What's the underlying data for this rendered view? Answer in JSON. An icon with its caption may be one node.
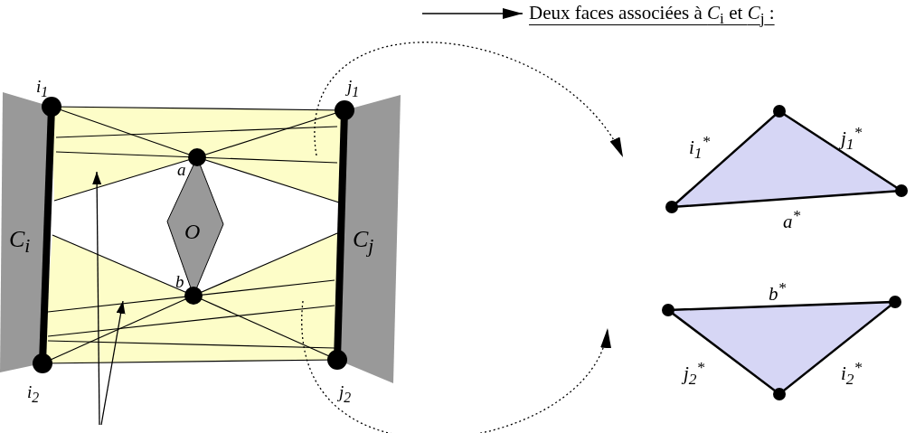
{
  "diagram": {
    "nodes": [
      {
        "text": [
          "C$_{i}$"
        ]
      },
      {
        "text": [
          "C$_{j}$"
        ]
      },
      {
        "text": [
          "O"
        ]
      },
      {
        "text": [],
        "shape": "polygon"
      },
      {
        "text": [],
        "shape": "polygon"
      },
      {
        "text": [],
        "shape": "triangle",
        "beside": [
          "i$_{1}$$^{*}$",
          "j$_{1}$$^{*}$",
          "a$^{*}$"
        ]
      },
      {
        "text": [],
        "shape": "triangle",
        "beside": [
          "b$^{*}$",
          "j$_{2}$$^{*}$",
          "i$_{2}$$^{*}$"
        ]
      },
      {
        "text": [
          "Deux faces associées à *C*$_{i}$ et *C*$_{j}$ :"
        ]
      }
    ],
    "edges": [
      {
        "from": null,
        "to": 7,
        "arrow": "to"
      },
      {
        "from": null,
        "to": 3,
        "arrow": "to"
      },
      {
        "from": null,
        "to": 4,
        "arrow": "to"
      },
      {
        "from": 3,
        "to": 5,
        "arrow": "to",
        "style": "dashed"
      },
      {
        "from": 4,
        "to": 6,
        "arrow": "to",
        "style": "dashed"
      }
    ],
    "labels": [
      "i$_{1}$",
      "j$_{1}$",
      "a",
      "b",
      "i$_{2}$",
      "j$_{2}$"
    ]
  }
}
